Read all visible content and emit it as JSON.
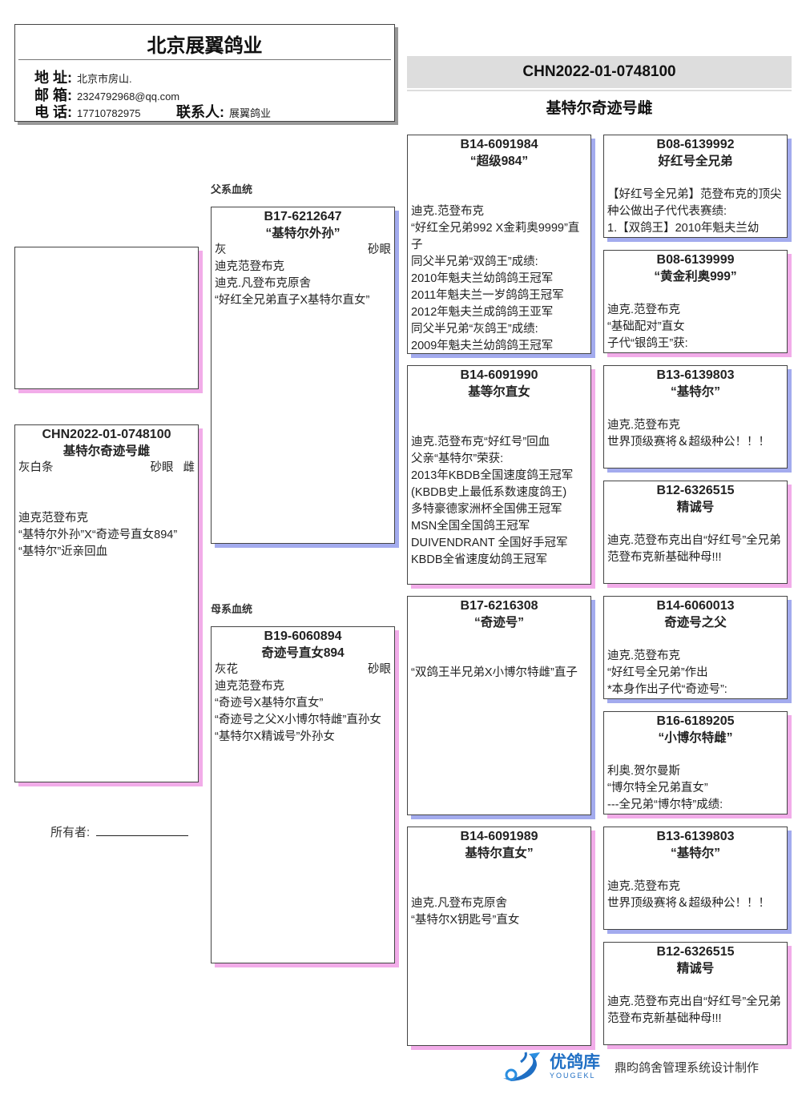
{
  "header": {
    "title": "北京展翼鸽业",
    "address_label": "地 址:",
    "address": "北京市房山.",
    "email_label": "邮 箱:",
    "email": "2324792968@qq.com",
    "phone_label": "电 话:",
    "phone": "17710782975",
    "contact_label": "联系人:",
    "contact": "展翼鸽业"
  },
  "title_band": {
    "ring": "CHN2022-01-0748100",
    "name": "基特尔奇迹号雌"
  },
  "sections": {
    "sire_label": "父系血统",
    "dam_label": "母系血统"
  },
  "owner": {
    "label": "所有者:"
  },
  "footer": {
    "brand": "优鸽库",
    "brand_en": "YOUGEKL",
    "credit": "鼎昀鸽舍管理系统设计制作"
  },
  "colors": {
    "male_shadow": "#a3abee",
    "female_shadow": "#f2ace9"
  },
  "cards": [
    {
      "id": "subject",
      "sex": "f",
      "ring": "CHN2022-01-0748100",
      "name": "基特尔奇迹号雌",
      "color": "灰白条",
      "eye": "砂眼",
      "sexlabel": "雌",
      "gap": 2,
      "lines": [
        "迪克范登布克",
        "“基特尔外孙”X“奇迹号直女894”",
        "“基特尔”近亲回血"
      ]
    },
    {
      "id": "sire",
      "sex": "m",
      "ring": "B17-6212647",
      "name": "“基特尔外孙”",
      "color": "灰",
      "eye": "砂眼",
      "gap": 0,
      "lines": [
        "迪克范登布克",
        "迪克.凡登布克原舍",
        "“好红全兄弟直子X基特尔直女”"
      ]
    },
    {
      "id": "dam",
      "sex": "f",
      "ring": "B19-6060894",
      "name": "奇迹号直女894",
      "color": "灰花",
      "eye": "砂眼",
      "gap": 0,
      "lines": [
        "迪克范登布克",
        "“奇迹号X基特尔直女”",
        "“奇迹号之父X小博尔特雌”直孙女",
        "“基特尔X精诚号”外孙女"
      ]
    },
    {
      "id": "ss",
      "sex": "m",
      "ring": "B14-6091984",
      "name": "“超级984”",
      "gap": 2,
      "lines": [
        "迪克.范登布克",
        "“好红全兄弟992 X金莉奥9999”直子",
        "同父半兄弟“双鸽王”成绩:",
        "2010年魁夫兰幼鸽鸽王冠军",
        "2011年魁夫兰一岁鸽鸽王冠军",
        "2012年魁夫兰成鸽鸽王亚军",
        "同父半兄弟“灰鸽王”成绩:",
        "2009年魁夫兰幼鸽鸽王冠军"
      ]
    },
    {
      "id": "sd",
      "sex": "f",
      "ring": "B14-6091990",
      "name": "基等尔直女",
      "gap": 2,
      "lines": [
        "迪克.范登布克“好红号”回血",
        "父亲“基特尔”荣获:",
        "2013年KBDB全国速度鸽王冠军",
        "(KBDB史上最低系数速度鸽王)",
        "多特豪德家洲杯全国佛王冠军",
        "MSN全国全国鸽王冠军",
        "DUIVENDRANT 全国好手冠军",
        "KBDB全省速度幼鸽王冠军"
      ]
    },
    {
      "id": "ds",
      "sex": "m",
      "ring": "B17-6216308",
      "name": "“奇迹号”",
      "gap": 2,
      "lines": [
        "“双鸽王半兄弟X小博尔特雌”直子"
      ]
    },
    {
      "id": "dd",
      "sex": "f",
      "ring": "B14-6091989",
      "name": "基特尔直女”",
      "gap": 2,
      "lines": [
        "迪克.凡登布克原舍",
        "“基特尔X钥匙号”直女"
      ]
    },
    {
      "id": "sss",
      "sex": "m",
      "ring": "B08-6139992",
      "name": "好红号全兄弟",
      "gap": 1,
      "lines": [
        "【好红号全兄弟】范登布克的顶尖种公做出子代代表赛绩:",
        "1.【双鸽王】2010年魁夫兰幼"
      ]
    },
    {
      "id": "ssd",
      "sex": "f",
      "ring": "B08-6139999",
      "name": "“黄金利奥999”",
      "gap": 1,
      "lines": [
        "迪克.范登布克",
        "“基础配对”直女",
        "子代“银鸽王”获:"
      ]
    },
    {
      "id": "sds",
      "sex": "m",
      "ring": "B13-6139803",
      "name": "“基特尔”",
      "gap": 1,
      "lines": [
        "迪克.范登布克",
        "世界顶级赛将＆超级种公！！！"
      ]
    },
    {
      "id": "sdd",
      "sex": "f",
      "ring": "B12-6326515",
      "name": "精诚号",
      "gap": 1,
      "lines": [
        "迪克.范登布克出自“好红号”全兄弟范登布克新基础种母!!!"
      ]
    },
    {
      "id": "dss",
      "sex": "m",
      "ring": "B14-6060013",
      "name": "奇迹号之父",
      "gap": 1,
      "lines": [
        "迪克.范登布克",
        "“好红号全兄弟”作出",
        "*本身作出子代“奇迹号”:"
      ]
    },
    {
      "id": "dsd",
      "sex": "f",
      "ring": "B16-6189205",
      "name": "“小博尔特雌”",
      "gap": 1,
      "lines": [
        "利奥.贺尔曼斯",
        "“博尔特全兄弟直女”",
        "---全兄弟“博尔特”成绩:"
      ]
    },
    {
      "id": "dds",
      "sex": "m",
      "ring": "B13-6139803",
      "name": "“基特尔”",
      "gap": 1,
      "lines": [
        "迪克.范登布克",
        "世界顶级赛将＆超级种公！！！"
      ]
    },
    {
      "id": "ddd",
      "sex": "f",
      "ring": "B12-6326515",
      "name": "精诚号",
      "gap": 1,
      "lines": [
        "迪克.范登布克出自“好红号”全兄弟范登布克新基础种母!!!"
      ]
    }
  ]
}
